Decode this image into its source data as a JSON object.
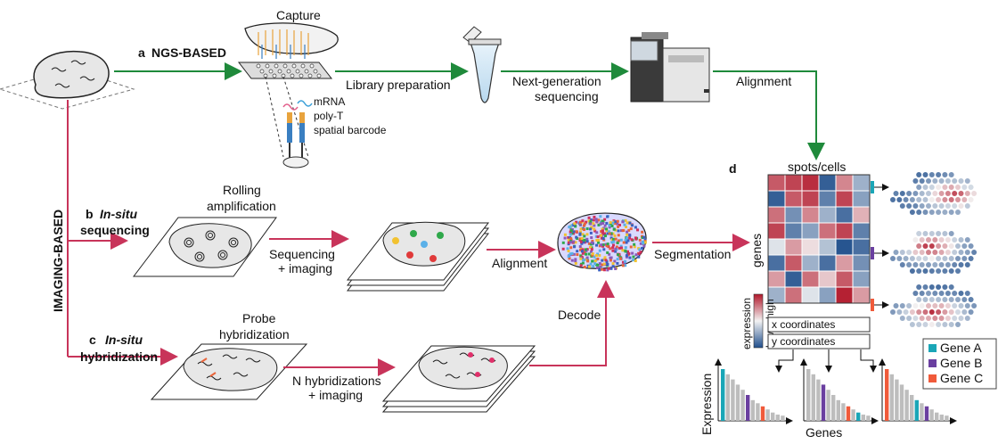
{
  "panels": {
    "a": {
      "letter": "a",
      "title": "NGS-BASED"
    },
    "b": {
      "letter": "b",
      "title_italic": "In-situ",
      "title_rest": "sequencing"
    },
    "c": {
      "letter": "c",
      "title_italic": "In-situ",
      "title_rest": "hybridization"
    },
    "d": {
      "letter": "d"
    }
  },
  "side_label": "IMAGING-BASED",
  "steps": {
    "capture": "Capture",
    "library_prep": "Library preparation",
    "ngs_line1": "Next-generation",
    "ngs_line2": "sequencing",
    "alignment_top": "Alignment",
    "rolling_line1": "Rolling",
    "rolling_line2": "amplification",
    "seq_imaging_line1": "Sequencing",
    "seq_imaging_line2": "+ imaging",
    "alignment_mid": "Alignment",
    "segmentation": "Segmentation",
    "probe_line1": "Probe",
    "probe_line2": "hybridization",
    "nhyb_line1": "N hybridizations",
    "nhyb_line2": "+ imaging",
    "decode": "Decode"
  },
  "capture_legend": [
    "mRNA",
    "poly-T",
    "spatial barcode"
  ],
  "matrix": {
    "title": "spots/cells",
    "row_label": "genes",
    "scale_label": "expression",
    "scale_high": "high",
    "scale_low": "low",
    "x_row": "x coordinates",
    "y_row": "y coordinates",
    "values": [
      [
        0.85,
        0.9,
        0.95,
        0.05,
        0.75,
        0.3
      ],
      [
        0.05,
        0.85,
        0.9,
        0.15,
        0.9,
        0.25
      ],
      [
        0.8,
        0.2,
        0.75,
        0.3,
        0.1,
        0.65
      ],
      [
        0.9,
        0.15,
        0.25,
        0.8,
        0.9,
        0.15
      ],
      [
        0.45,
        0.7,
        0.55,
        0.35,
        0.02,
        0.1
      ],
      [
        0.1,
        0.85,
        0.3,
        0.1,
        0.7,
        0.2
      ],
      [
        0.7,
        0.05,
        0.8,
        0.6,
        0.85,
        0.25
      ],
      [
        0.3,
        0.8,
        0.45,
        0.25,
        0.98,
        0.7
      ]
    ]
  },
  "legend": [
    {
      "label": "Gene A",
      "color": "#1aa6b7"
    },
    {
      "label": "Gene B",
      "color": "#6a3fa0"
    },
    {
      "label": "Gene C",
      "color": "#f05a3a"
    }
  ],
  "bar_charts": {
    "ylabel": "Expression",
    "xlabel": "Genes",
    "charts": [
      {
        "values": [
          10,
          9,
          8,
          7,
          6,
          5,
          4,
          3.4,
          2.8,
          2.2,
          1.6,
          1.2,
          1.0
        ],
        "highlight": {
          "0": "#1aa6b7",
          "5": "#6a3fa0",
          "8": "#f05a3a"
        }
      },
      {
        "values": [
          10,
          9,
          8,
          7,
          6,
          5,
          4,
          3.4,
          2.8,
          2.2,
          1.6,
          1.2,
          1.0
        ],
        "highlight": {
          "3": "#6a3fa0",
          "8": "#f05a3a",
          "10": "#1aa6b7"
        }
      },
      {
        "values": [
          10,
          9,
          8,
          7,
          6,
          5,
          4,
          3.4,
          2.8,
          2.2,
          1.6,
          1.2,
          1.0
        ],
        "highlight": {
          "0": "#f05a3a",
          "6": "#1aa6b7",
          "8": "#6a3fa0"
        }
      }
    ]
  },
  "colors": {
    "green_arrow": "#1f8a3b",
    "red_arrow": "#c8345a",
    "heat_low": "#1f4e8c",
    "heat_high": "#b2182b"
  }
}
